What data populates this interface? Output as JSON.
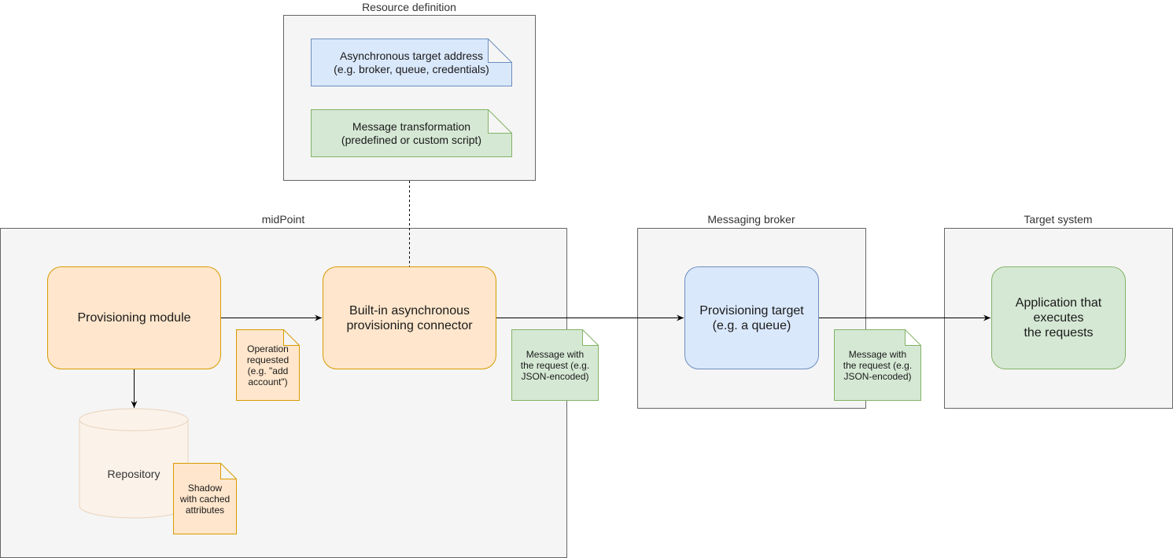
{
  "containers": {
    "resource_definition": "Resource definition",
    "midpoint": "midPoint",
    "messaging_broker": "Messaging broker",
    "target_system": "Target system"
  },
  "nodes": {
    "provisioning_module": "Provisioning module",
    "connector": "Built-in asynchronous\nprovisioning connector",
    "repository": "Repository",
    "provisioning_target": "Provisioning target\n(e.g. a queue)",
    "application": "Application that\nexecutes\nthe requests"
  },
  "notes": {
    "async_target_address": "Asynchronous target address\n(e.g. broker, queue, credentials)",
    "message_transformation": "Message transformation\n(predefined or custom script)",
    "operation_requested": "Operation\nrequested\n(e.g. \"add\naccount\")",
    "shadow": "Shadow\nwith cached\nattributes",
    "message_1": "Message with\nthe request (e.g.\nJSON-encoded)",
    "message_2": "Message with\nthe request (e.g.\nJSON-encoded)"
  },
  "colors": {
    "orange_fill": "#ffe6cc",
    "orange_stroke": "#d79b00",
    "blue_fill": "#dae8fc",
    "blue_stroke": "#6c8ebf",
    "green_fill": "#d5e8d4",
    "green_stroke": "#82b366",
    "container_fill": "#f5f5f5",
    "container_stroke": "#666666"
  }
}
